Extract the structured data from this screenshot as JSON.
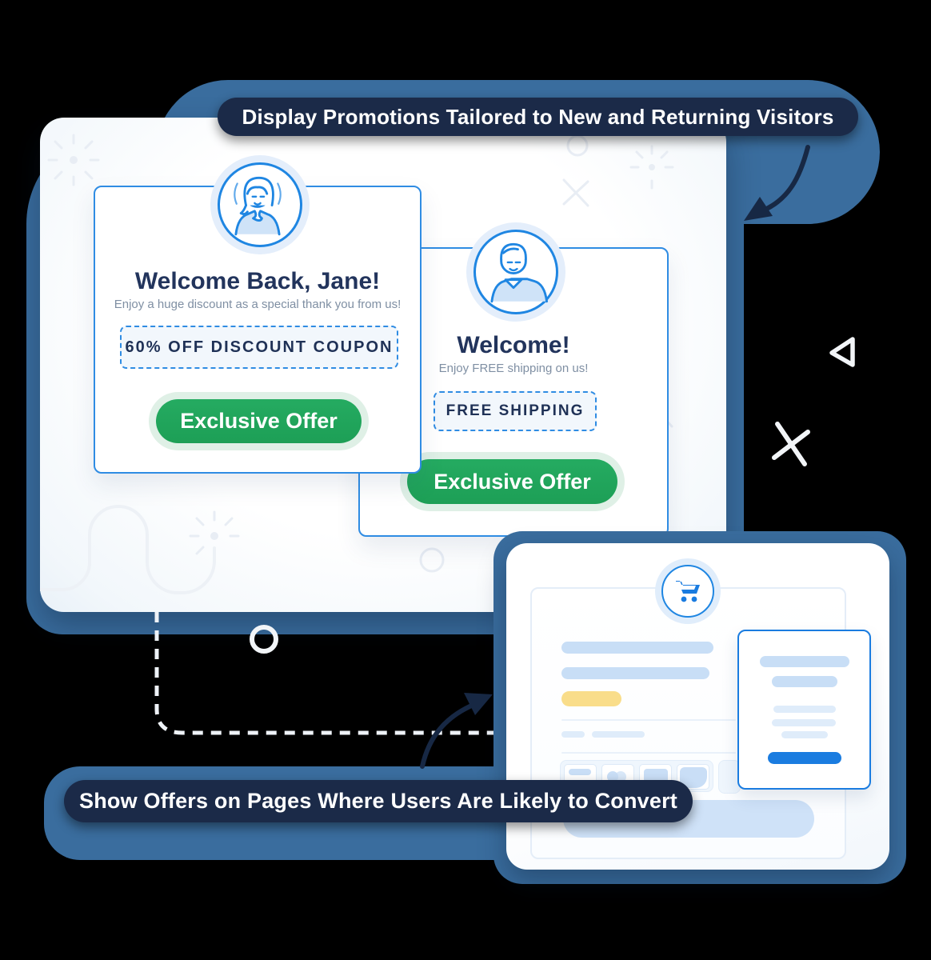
{
  "colors": {
    "accent_blue": "#2f8ce3",
    "navy": "#1b2a48",
    "steel_blue": "#3a6d9e",
    "green": "#21a55e",
    "yellow": "#f9dd8a",
    "skeleton_blue": "#c8def6"
  },
  "top_banner": {
    "label": "Display Promotions Tailored to New and Returning Visitors"
  },
  "bottom_banner": {
    "label": "Show Offers on Pages Where Users Are Likely to Convert"
  },
  "returning_visitor_popup": {
    "title_regular": "Welcome Back, ",
    "title_bold": "Jane!",
    "subtitle": "Enjoy a huge discount as a special thank you from us!",
    "coupon_label": "60% OFF DISCOUNT COUPON",
    "cta_label": "Exclusive Offer"
  },
  "new_visitor_popup": {
    "title": "Welcome!",
    "subtitle": "Enjoy FREE shipping on us!",
    "coupon_label": "FREE SHIPPING",
    "cta_label": "Exclusive Offer"
  },
  "icons": {
    "woman_avatar": "woman-avatar-icon",
    "man_avatar": "man-avatar-icon",
    "cart": "shopping-cart-icon",
    "curved_arrows": "curved-arrow-icon",
    "ring": "ring-icon",
    "x_mark": "x-mark-icon",
    "triangle": "triangle-icon",
    "sparkle": "sparkle-icon"
  }
}
